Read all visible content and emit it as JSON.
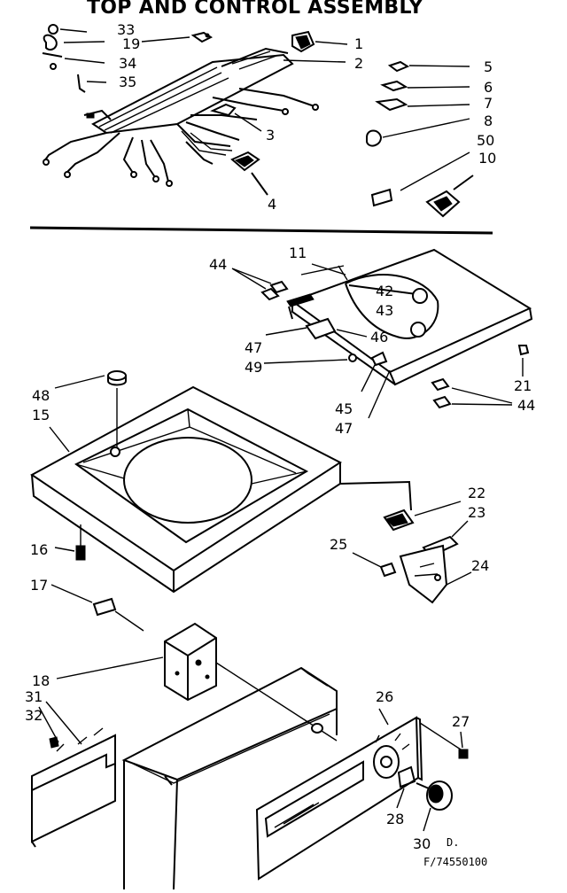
{
  "title": "TOP AND CONTROL ASSEMBLY",
  "drawing_code": "D.",
  "drawing_number": "F/74550100",
  "callouts": {
    "c33": "33",
    "c19": "19",
    "c34": "34",
    "c35": "35",
    "c1": "1",
    "c2": "2",
    "c3": "3",
    "c4": "4",
    "c5": "5",
    "c6": "6",
    "c7": "7",
    "c8": "8",
    "c50": "50",
    "c10": "10",
    "c44a": "44",
    "c11": "11",
    "c42": "42",
    "c43": "43",
    "c47a": "47",
    "c46": "46",
    "c49": "49",
    "c21": "21",
    "c44b": "44",
    "c45": "45",
    "c47b": "47",
    "c48": "48",
    "c15": "15",
    "c22": "22",
    "c23": "23",
    "c16": "16",
    "c25": "25",
    "c24": "24",
    "c17": "17",
    "c18": "18",
    "c31": "31",
    "c32": "32",
    "c26": "26",
    "c27": "27",
    "c28": "28",
    "c30": "30"
  }
}
